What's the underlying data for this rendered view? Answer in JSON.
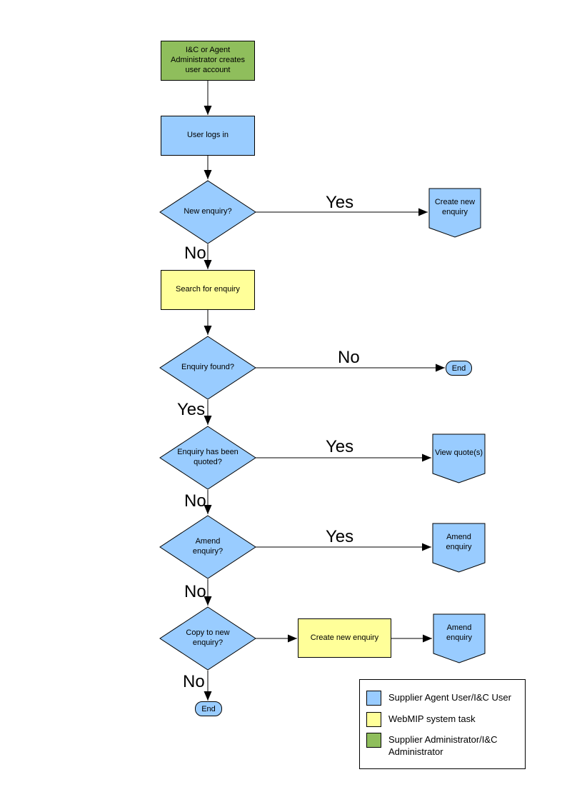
{
  "colors": {
    "blue": "#99CCFF",
    "yellow": "#FFFF99",
    "green": "#8FBE5C",
    "line": "#000000"
  },
  "nodes": {
    "create_account": {
      "label": "I&C or Agent Administrator creates user account",
      "type": "process",
      "role": "green"
    },
    "user_logs_in": {
      "label": "User logs in",
      "type": "process",
      "role": "blue"
    },
    "new_enquiry": {
      "label": "New enquiry?",
      "type": "decision",
      "role": "blue"
    },
    "create_new_enquiry_ref": {
      "label": "Create new enquiry",
      "type": "offpage",
      "role": "blue"
    },
    "search_for_enquiry": {
      "label": "Search for enquiry",
      "type": "process",
      "role": "yellow"
    },
    "enquiry_found": {
      "label": "Enquiry found?",
      "type": "decision",
      "role": "blue"
    },
    "end_top": {
      "label": "End",
      "type": "terminator",
      "role": "blue"
    },
    "enquiry_quoted": {
      "label": "Enquiry has been quoted?",
      "type": "decision",
      "role": "blue"
    },
    "view_quotes": {
      "label": "View quote(s)",
      "type": "offpage",
      "role": "blue"
    },
    "amend_enquiry_q": {
      "label": "Amend enquiry?",
      "type": "decision",
      "role": "blue"
    },
    "amend_enquiry_ref1": {
      "label": "Amend enquiry",
      "type": "offpage",
      "role": "blue"
    },
    "copy_to_new": {
      "label": "Copy to new enquiry?",
      "type": "decision",
      "role": "blue"
    },
    "create_new_enquiry_task": {
      "label": "Create new enquiry",
      "type": "process",
      "role": "yellow"
    },
    "amend_enquiry_ref2": {
      "label": "Amend enquiry",
      "type": "offpage",
      "role": "blue"
    },
    "end_bottom": {
      "label": "End",
      "type": "terminator",
      "role": "blue"
    }
  },
  "edge_labels": {
    "new_enquiry_yes": "Yes",
    "new_enquiry_no": "No",
    "enquiry_found_no": "No",
    "enquiry_found_yes": "Yes",
    "enquiry_quoted_yes": "Yes",
    "enquiry_quoted_no": "No",
    "amend_enquiry_yes": "Yes",
    "amend_enquiry_no": "No",
    "copy_to_new_no": "No"
  },
  "legend": {
    "items": [
      {
        "label": "Supplier Agent User/I&C User",
        "color": "blue"
      },
      {
        "label": "WebMIP system task",
        "color": "yellow"
      },
      {
        "label": "Supplier Administrator/I&C Administrator",
        "color": "green"
      }
    ]
  }
}
